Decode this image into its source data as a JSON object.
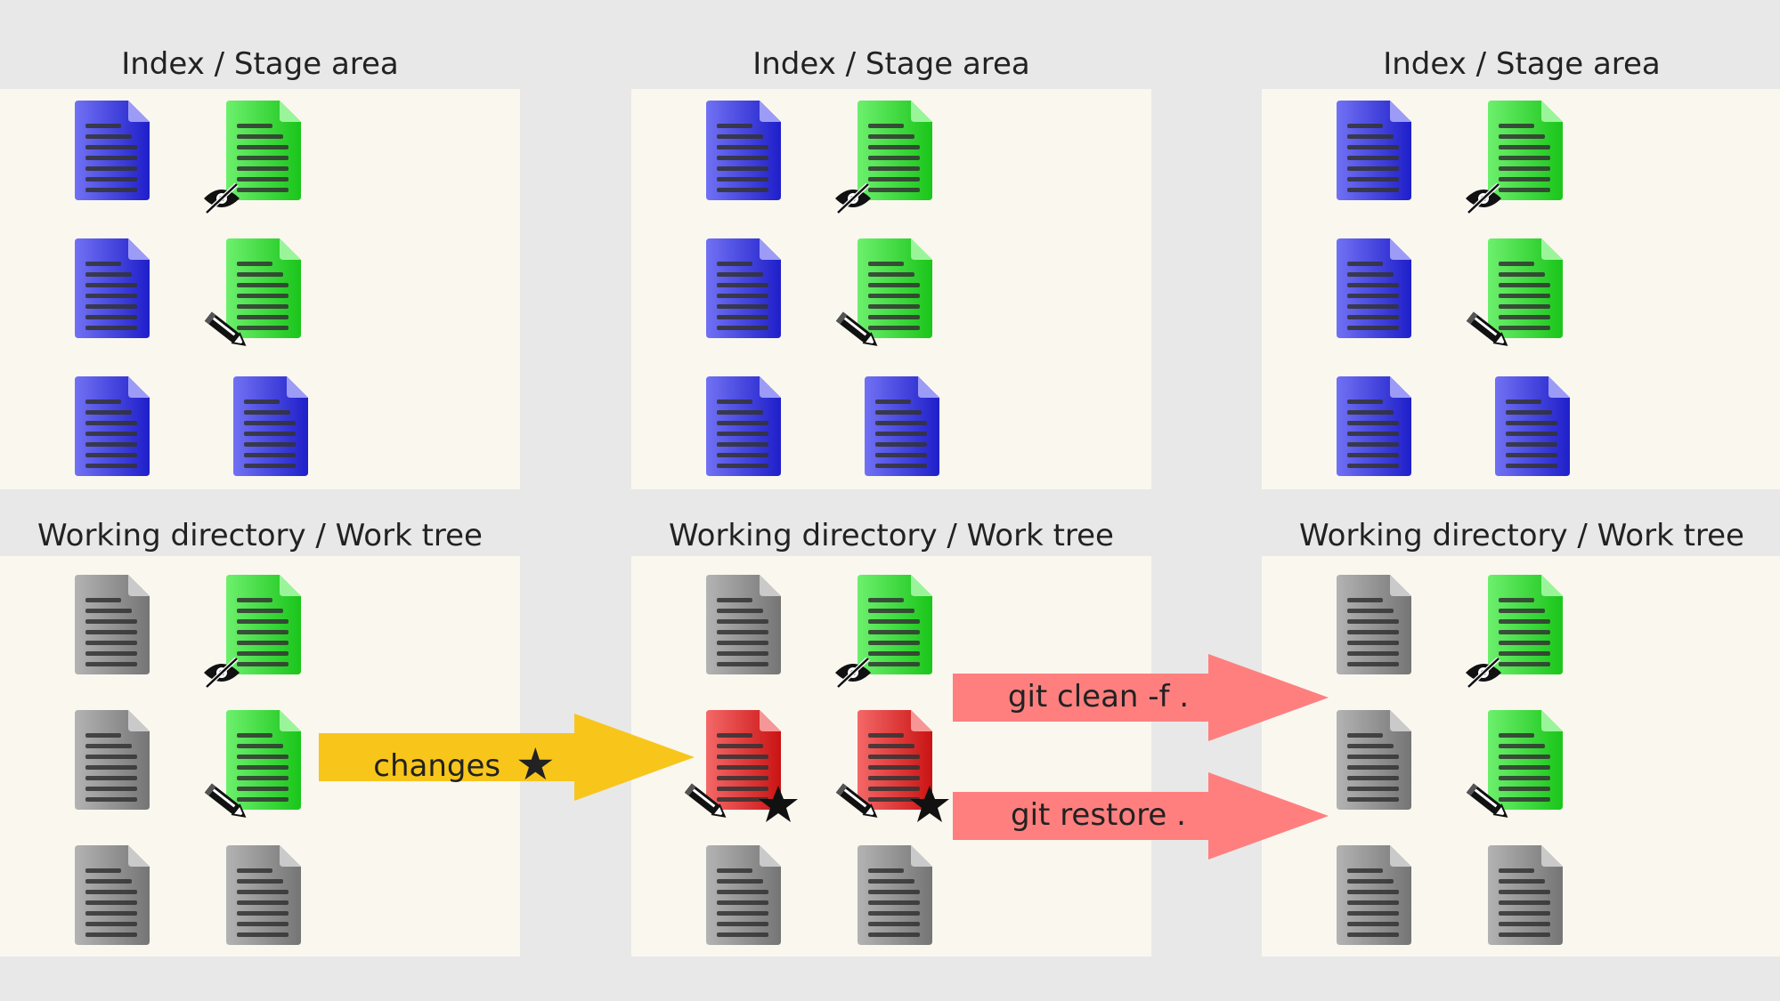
{
  "columns": [
    {
      "index_label": "Index / Stage area",
      "work_label": "Working directory / Work tree",
      "index_files": [
        {
          "color": "blue",
          "overlay": null
        },
        {
          "color": "green",
          "overlay": "hidden-eye-icon"
        },
        {
          "color": "blue",
          "overlay": null
        },
        {
          "color": "green",
          "overlay": "pencil-icon"
        },
        {
          "color": "blue",
          "overlay": null
        },
        {
          "color": "blue",
          "overlay": null
        }
      ],
      "work_files": [
        {
          "color": "gray",
          "overlay": null
        },
        {
          "color": "green",
          "overlay": "hidden-eye-icon"
        },
        {
          "color": "gray",
          "overlay": null
        },
        {
          "color": "green",
          "overlay": "pencil-icon"
        },
        {
          "color": "gray",
          "overlay": null
        },
        {
          "color": "gray",
          "overlay": null
        }
      ]
    },
    {
      "index_label": "Index / Stage area",
      "work_label": "Working directory / Work tree",
      "index_files": [
        {
          "color": "blue",
          "overlay": null
        },
        {
          "color": "green",
          "overlay": "hidden-eye-icon"
        },
        {
          "color": "blue",
          "overlay": null
        },
        {
          "color": "green",
          "overlay": "pencil-icon"
        },
        {
          "color": "blue",
          "overlay": null
        },
        {
          "color": "blue",
          "overlay": null
        }
      ],
      "work_files": [
        {
          "color": "gray",
          "overlay": null
        },
        {
          "color": "green",
          "overlay": "hidden-eye-icon"
        },
        {
          "color": "red",
          "overlay": "pencil-star-icon"
        },
        {
          "color": "red",
          "overlay": "pencil-star-icon"
        },
        {
          "color": "gray",
          "overlay": null
        },
        {
          "color": "gray",
          "overlay": null
        }
      ]
    },
    {
      "index_label": "Index / Stage area",
      "work_label": "Working directory / Work tree",
      "index_files": [
        {
          "color": "blue",
          "overlay": null
        },
        {
          "color": "green",
          "overlay": "hidden-eye-icon"
        },
        {
          "color": "blue",
          "overlay": null
        },
        {
          "color": "green",
          "overlay": "pencil-icon"
        },
        {
          "color": "blue",
          "overlay": null
        },
        {
          "color": "blue",
          "overlay": null
        }
      ],
      "work_files": [
        {
          "color": "gray",
          "overlay": null
        },
        {
          "color": "green",
          "overlay": "hidden-eye-icon"
        },
        {
          "color": "gray",
          "overlay": null
        },
        {
          "color": "green",
          "overlay": "pencil-icon"
        },
        {
          "color": "gray",
          "overlay": null
        },
        {
          "color": "gray",
          "overlay": null
        }
      ]
    }
  ],
  "arrows": {
    "changes": {
      "label": "changes",
      "icon": "star-icon",
      "color": "#f8c51b"
    },
    "clean": {
      "label": "git clean -f .",
      "color": "#ff7f7f"
    },
    "restore": {
      "label": "git restore .",
      "color": "#ff7f7f"
    }
  },
  "colors": {
    "background": "#e8e8e8",
    "panel": "#faf7ef",
    "blue": "#2424ee",
    "green": "#1ee81e",
    "red": "#ee1616",
    "gray": "#8a8a8a"
  }
}
